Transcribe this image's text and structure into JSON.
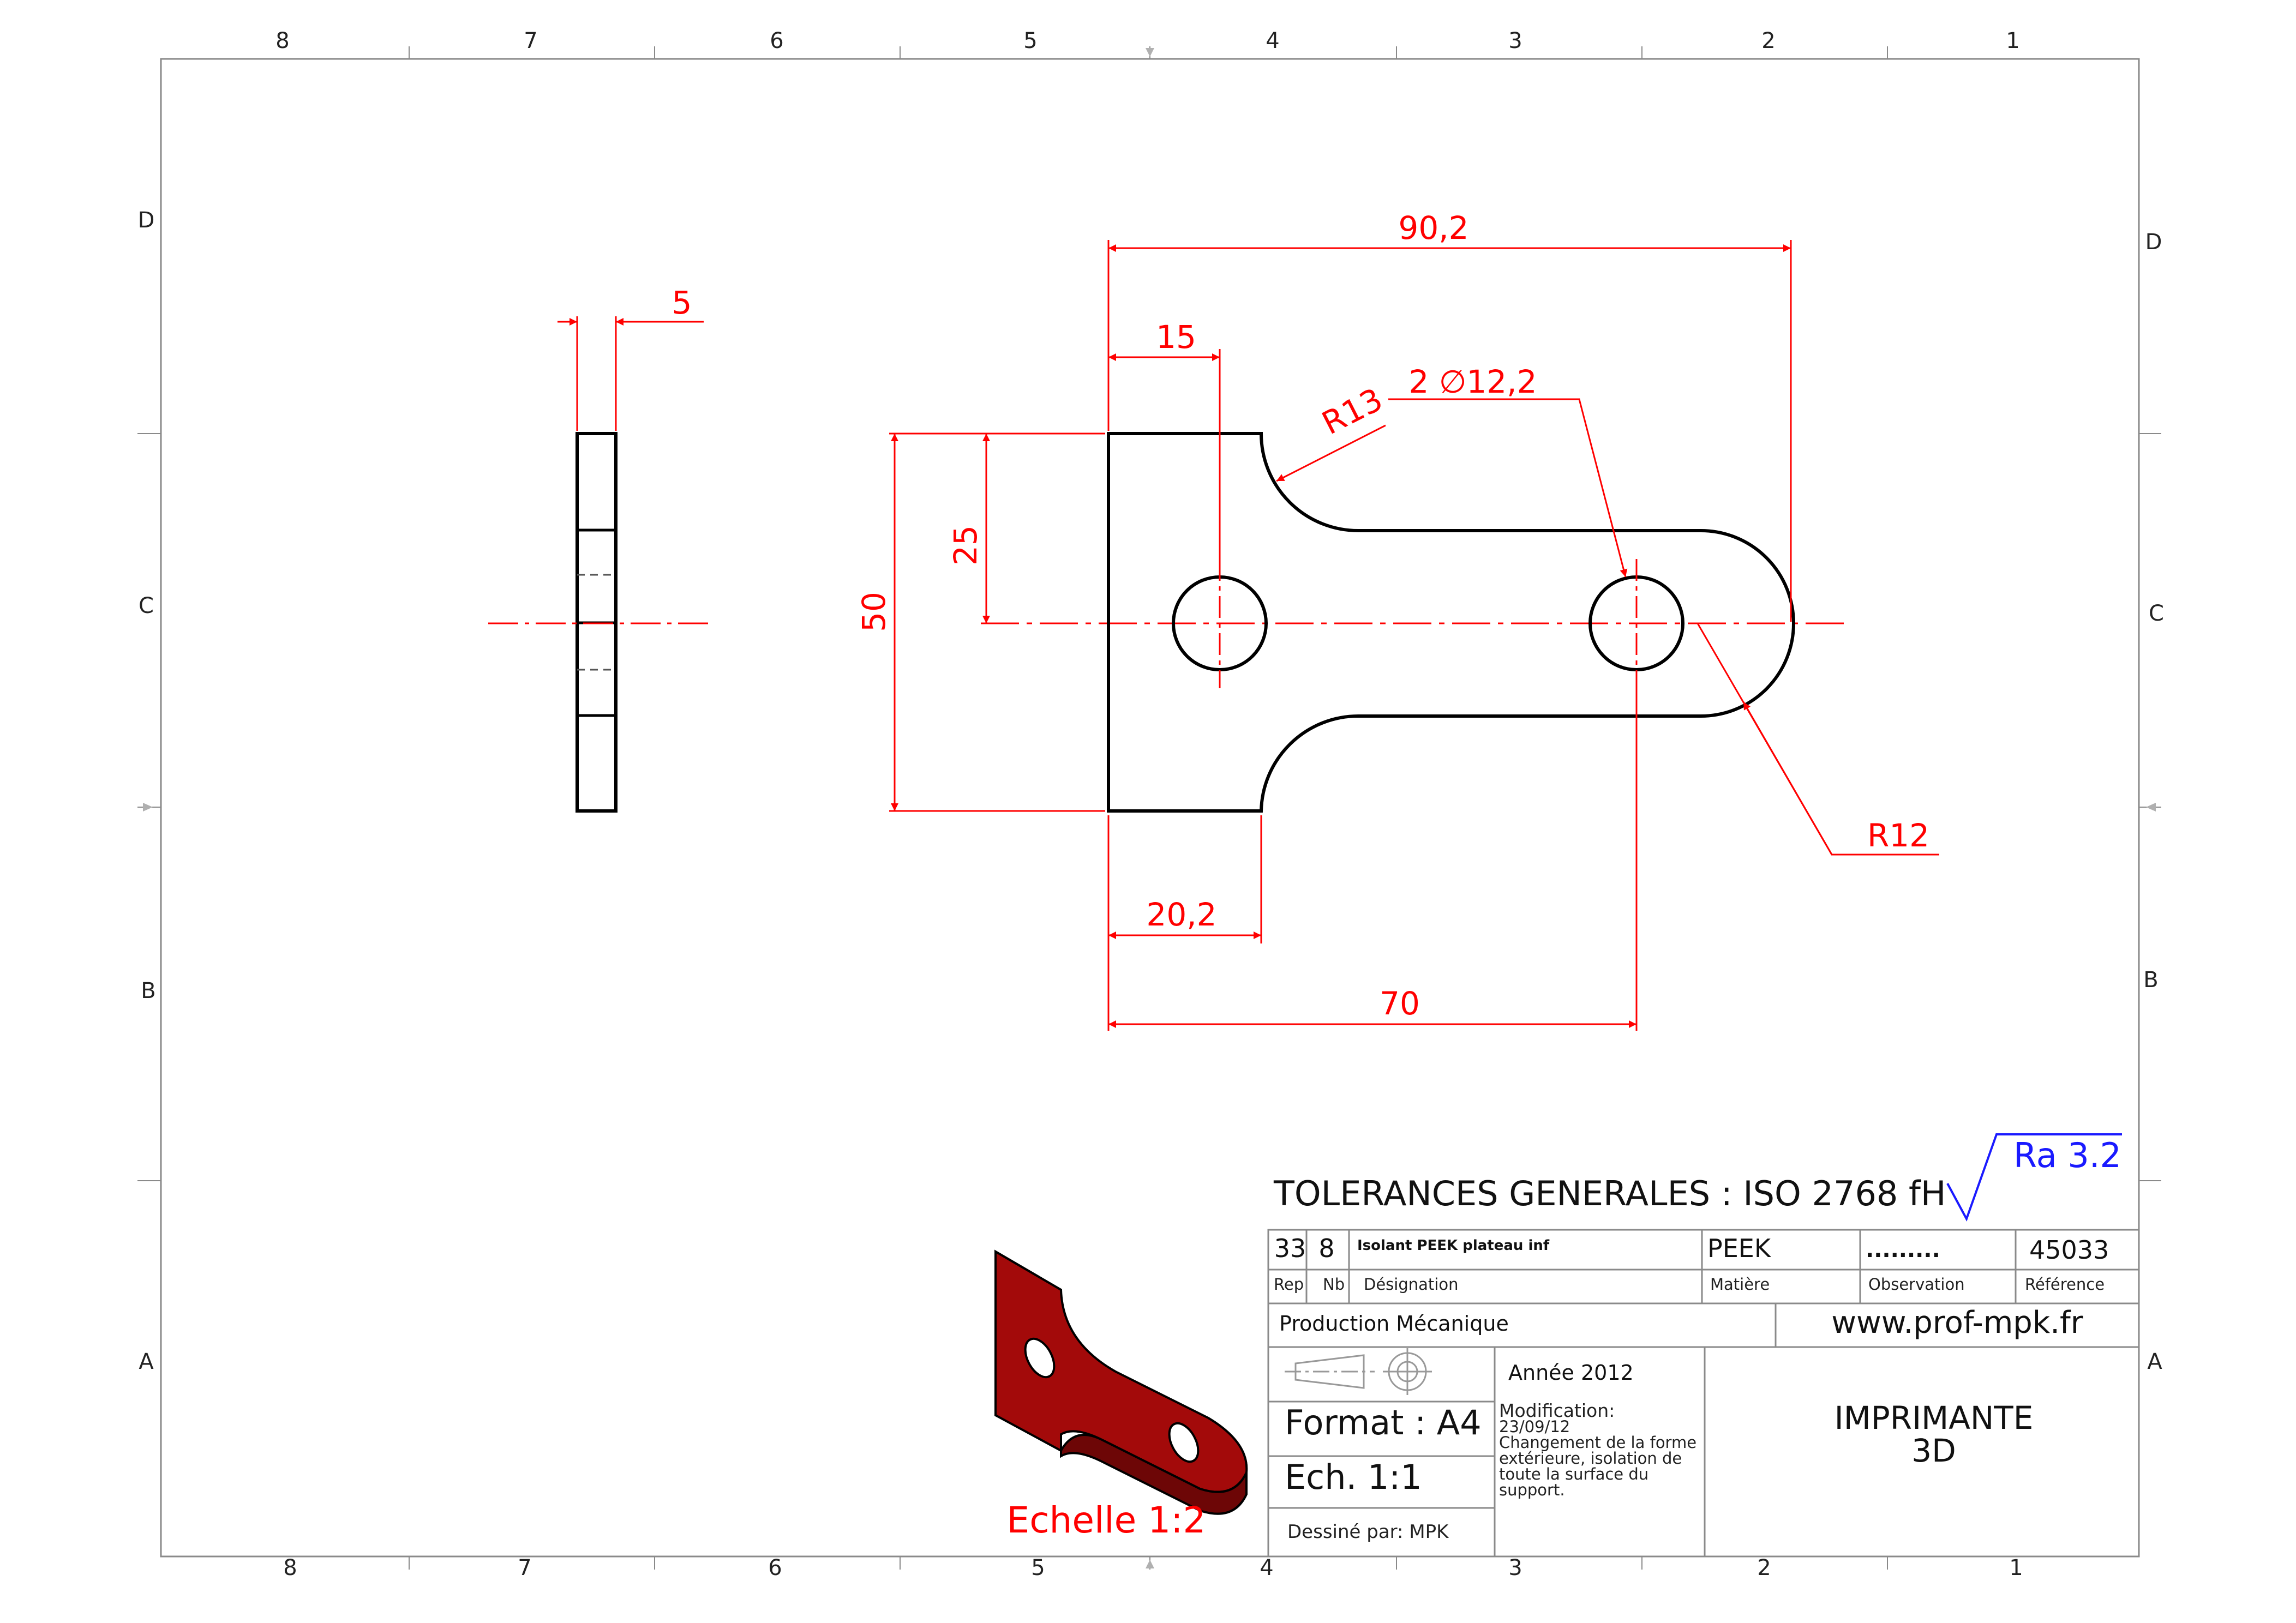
{
  "frame": {
    "columns_top": [
      "8",
      "7",
      "6",
      "5",
      "4",
      "3",
      "2",
      "1"
    ],
    "columns_bottom": [
      "8",
      "7",
      "6",
      "5",
      "4",
      "3",
      "2",
      "1"
    ],
    "rows_left": [
      "D",
      "C",
      "B",
      "A"
    ],
    "rows_right": [
      "D",
      "C",
      "B",
      "A"
    ]
  },
  "dimensions": {
    "side_thickness": "5",
    "overall_length": "90,2",
    "hole_offset_x": "15",
    "radius_left": "R13",
    "holes": "2 ∅12,2",
    "half_height": "25",
    "height": "50",
    "tab_width": "20,2",
    "hole_spacing": "70",
    "radius_right": "R12"
  },
  "iso_view": {
    "caption": "Echelle 1:2",
    "color": "#a30a0a"
  },
  "surface_finish": {
    "label": "Ra 3.2",
    "color": "#1a1aff"
  },
  "title_block": {
    "tolerances": "TOLERANCES GENERALES : ISO 2768 fH",
    "rep": "33",
    "nb": "8",
    "designation": "Isolant PEEK plateau inf",
    "matiere": "PEEK",
    "observation": ".........",
    "reference": "45033",
    "hdr_rep": "Rep",
    "hdr_nb": "Nb",
    "hdr_designation": "Désignation",
    "hdr_matiere": "Matière",
    "hdr_observation": "Observation",
    "hdr_reference": "Référence",
    "department": "Production Mécanique",
    "website": "www.prof-mpk.fr",
    "year": "Année 2012",
    "format": "Format : A4",
    "scale": "Ech. 1:1",
    "drawn_by": "Dessiné par: MPK",
    "modification_lines": [
      "Modification:",
      "23/09/12",
      "Changement de la forme",
      "extérieure, isolation de",
      "toute la surface du",
      "support."
    ],
    "project_line1": "IMPRIMANTE",
    "project_line2": "3D"
  },
  "colors": {
    "dimension": "#ff0000",
    "outline": "#000000",
    "frame": "#8a8a8a"
  }
}
